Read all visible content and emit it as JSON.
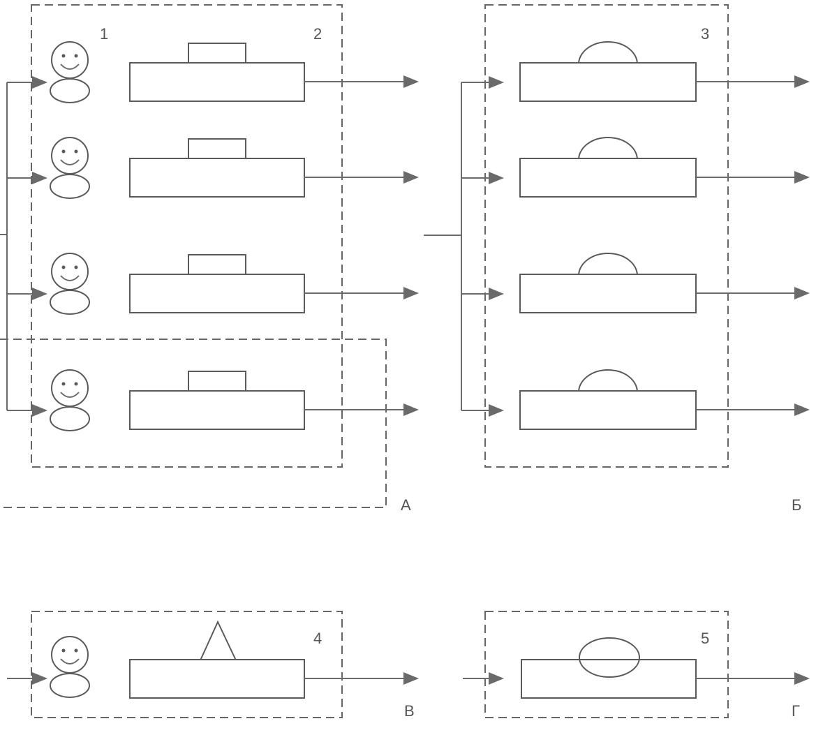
{
  "labels": {
    "n1": "1",
    "n2": "2",
    "n3": "3",
    "n4": "4",
    "n5": "5",
    "a": "А",
    "b": "Б",
    "v": "В",
    "g": "Г"
  },
  "icons": {
    "operator": "smiley-operator-icon",
    "machine_rect_top": "machine-rectangular-top",
    "machine_dome_top": "machine-dome-top",
    "machine_triangle_top": "machine-triangle-top",
    "machine_ellipse_top": "machine-ellipse-top",
    "connector": "arrow-icon"
  },
  "colors": {
    "stroke": "#5a5a5a",
    "background": "#ffffff"
  }
}
